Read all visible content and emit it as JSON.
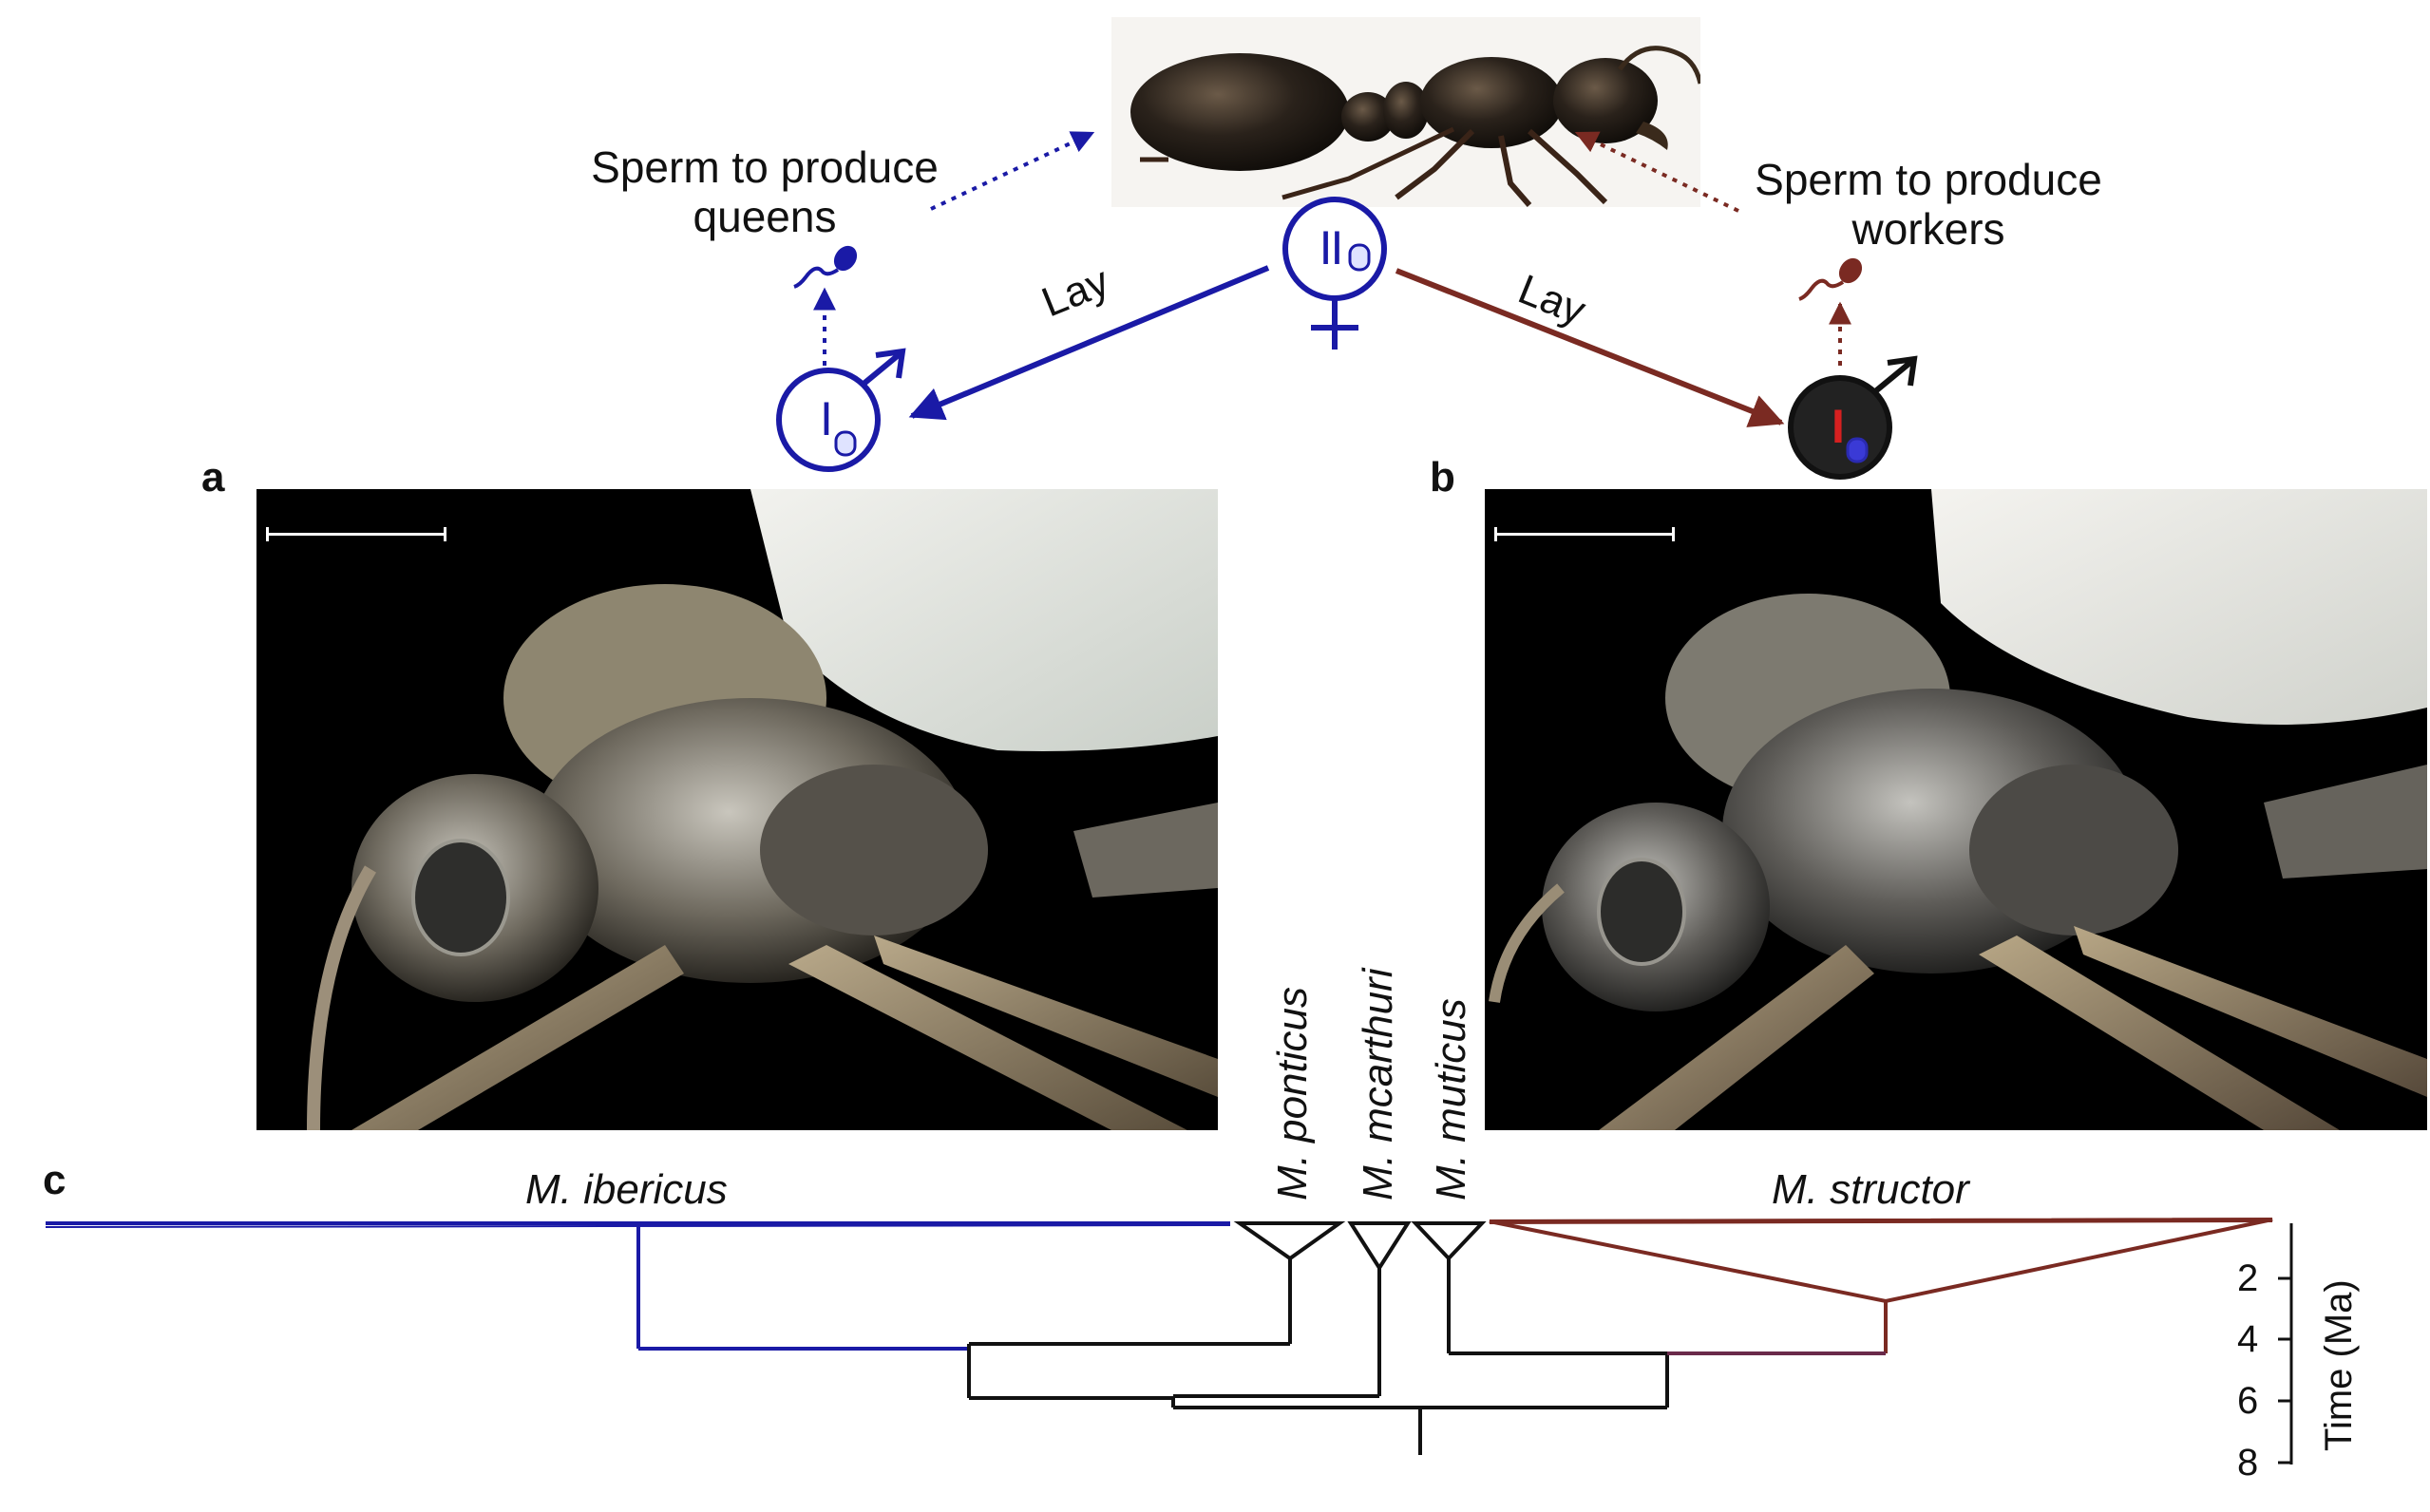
{
  "figure": {
    "top_diagram": {
      "left_label": "Sperm to produce\nqueens",
      "right_label": "Sperm to produce\nworkers",
      "lay_left": "Lay",
      "lay_right": "Lay",
      "queen_symbol": "II",
      "male_symbol": "I",
      "colors": {
        "blue": "#1a1aa6",
        "brown": "#7a2a22",
        "dark": "#222222",
        "red": "#d62020"
      }
    },
    "panels": {
      "a": {
        "letter": "a"
      },
      "b": {
        "letter": "b"
      },
      "c": {
        "letter": "c"
      }
    },
    "phylogeny": {
      "species": {
        "ibericus": "M. ibericus",
        "ponticus": "M. ponticus",
        "mcarthuri": "M. mcarthuri",
        "muticus": "M. muticus",
        "structor": "M. structor"
      },
      "axis_label": "Time (Ma)",
      "ticks": [
        "2",
        "4",
        "6",
        "8"
      ]
    }
  }
}
